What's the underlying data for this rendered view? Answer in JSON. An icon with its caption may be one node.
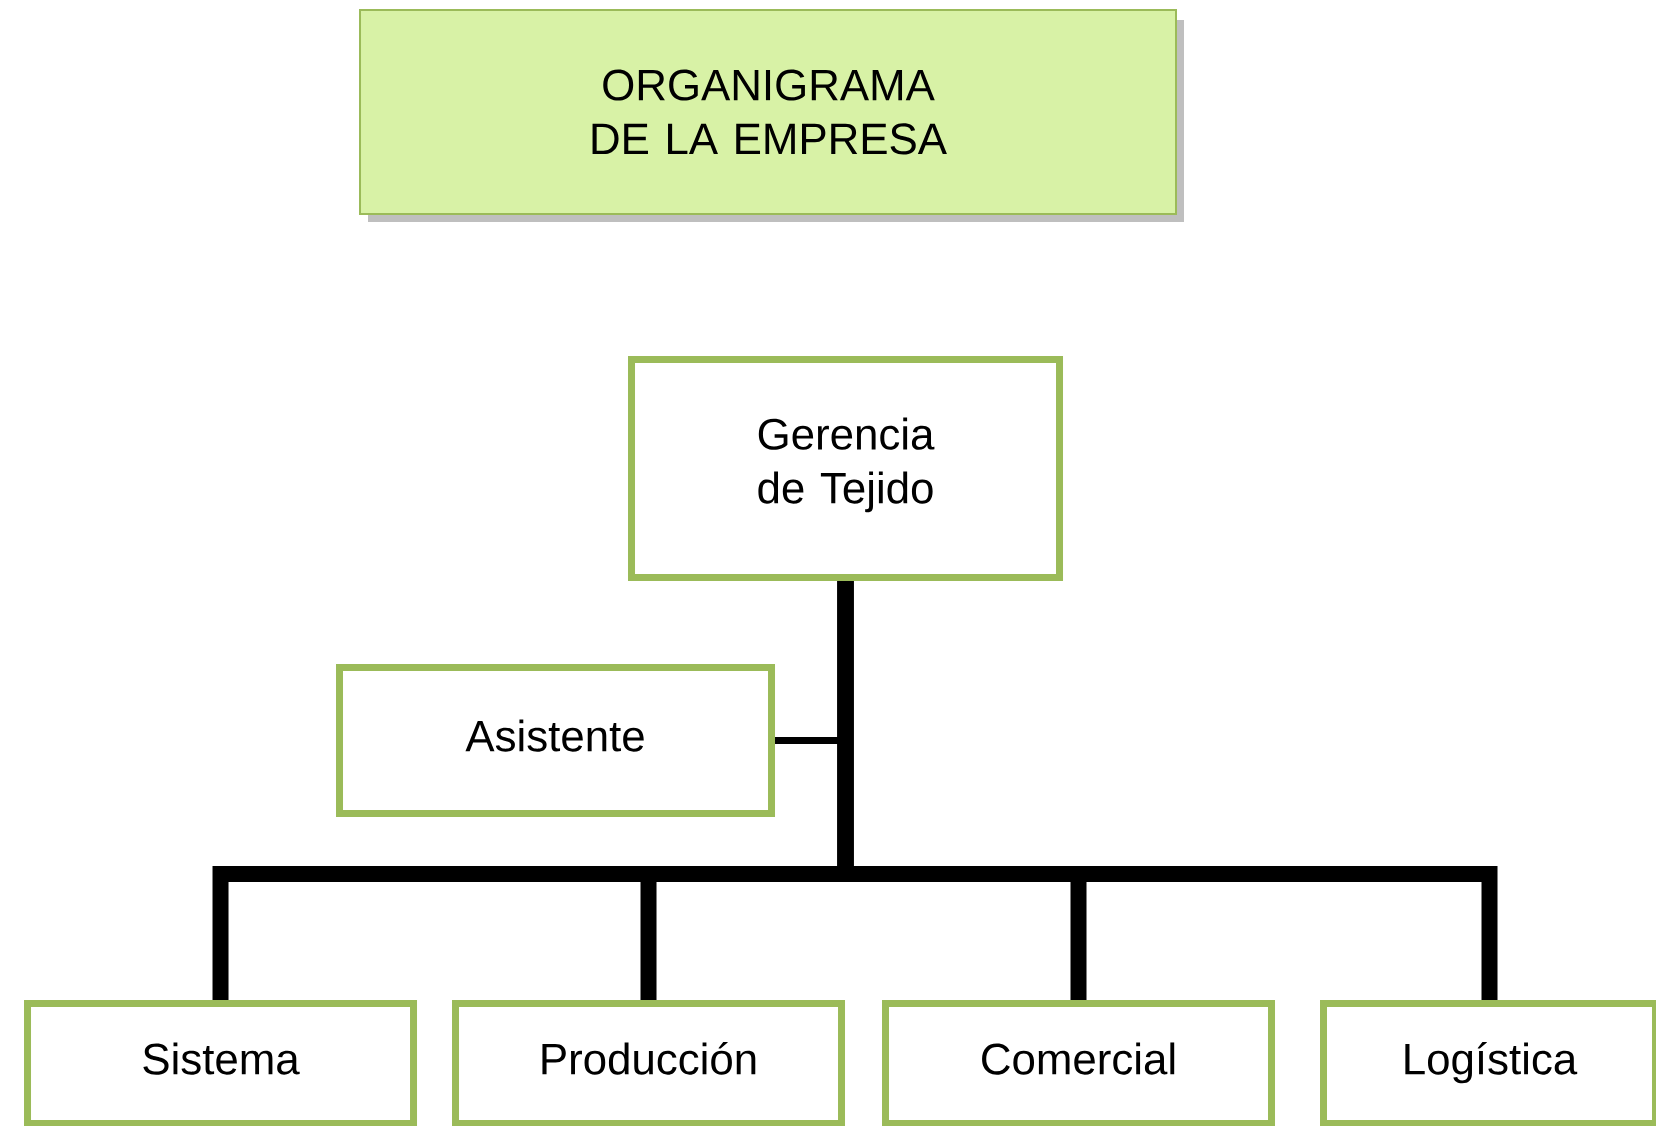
{
  "diagram": {
    "title": "ORGANIGRAMA DE LA EMPRESA",
    "nodes": [
      {
        "text": [
          "Gerencia de Tejido"
        ]
      },
      {
        "text": [
          "Asistente"
        ]
      },
      {
        "text": [
          "Sistema"
        ]
      },
      {
        "text": [
          "Producción"
        ]
      },
      {
        "text": [
          "Comercial"
        ]
      },
      {
        "text": [
          "Logística"
        ]
      }
    ],
    "edges": [
      {
        "from": 0,
        "to": 1,
        "arrow": "none"
      },
      {
        "from": 0,
        "to": 2,
        "arrow": "none"
      },
      {
        "from": 0,
        "to": 3,
        "arrow": "none"
      },
      {
        "from": 0,
        "to": 4,
        "arrow": "none"
      },
      {
        "from": 0,
        "to": 5,
        "arrow": "none"
      }
    ]
  }
}
